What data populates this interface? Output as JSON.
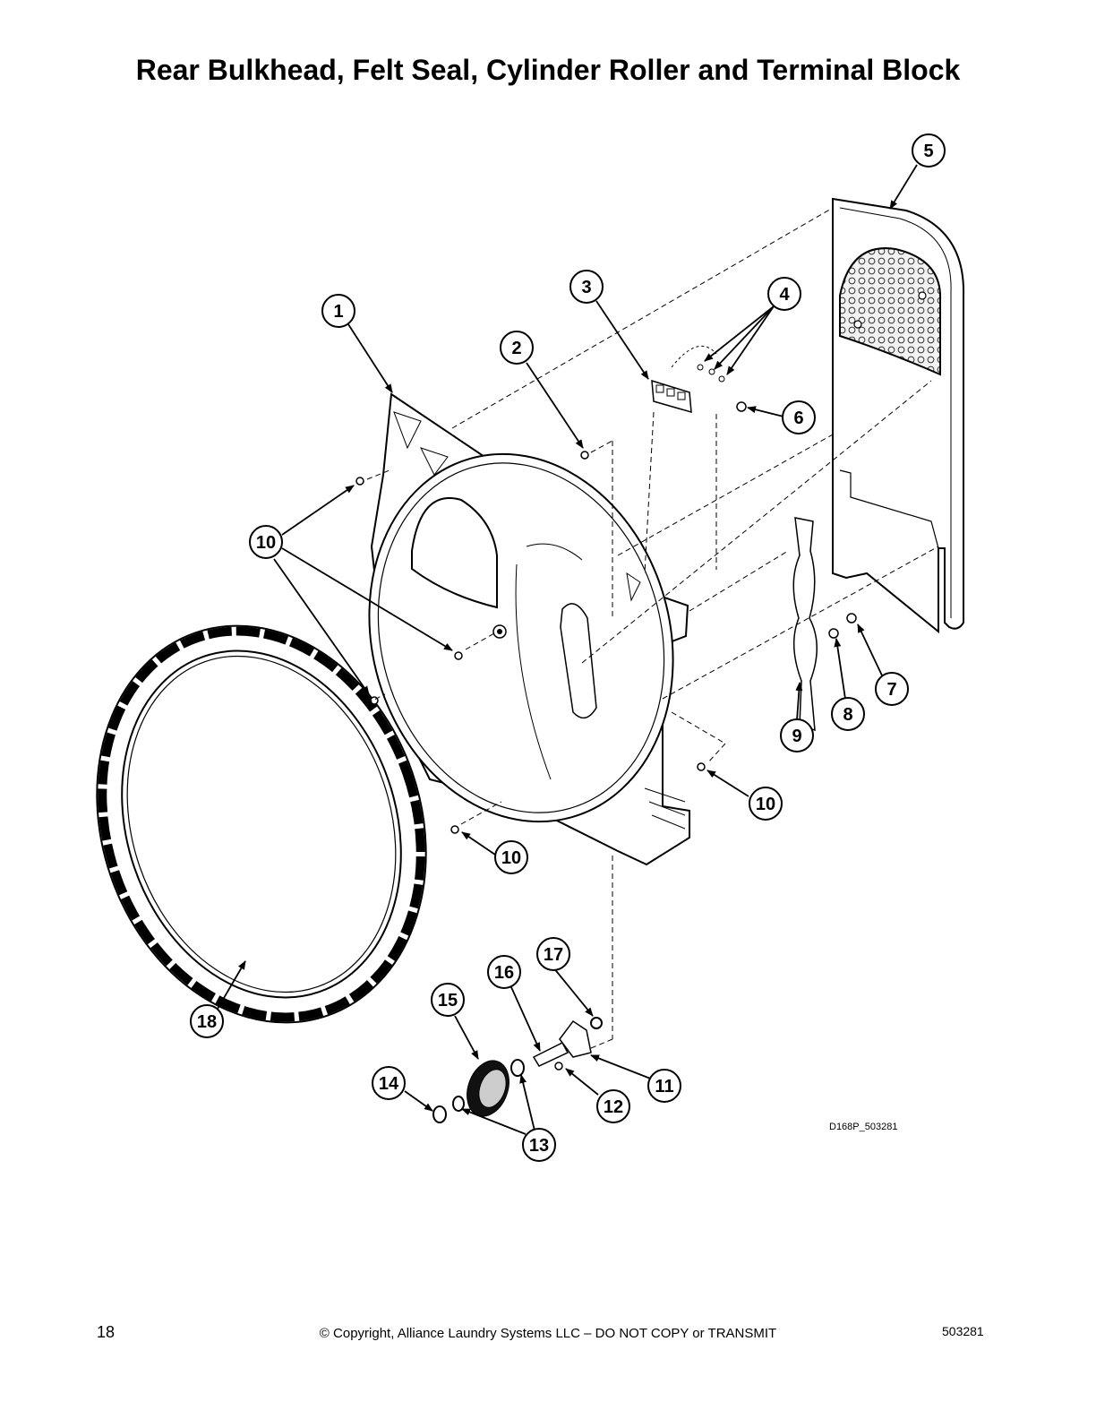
{
  "header": {
    "title": "Rear Bulkhead, Felt Seal, Cylinder Roller and Terminal Block"
  },
  "callouts": [
    {
      "id": "c1",
      "label": "1"
    },
    {
      "id": "c2",
      "label": "2"
    },
    {
      "id": "c3",
      "label": "3"
    },
    {
      "id": "c4",
      "label": "4"
    },
    {
      "id": "c5",
      "label": "5"
    },
    {
      "id": "c6",
      "label": "6"
    },
    {
      "id": "c7",
      "label": "7"
    },
    {
      "id": "c8",
      "label": "8"
    },
    {
      "id": "c9",
      "label": "9"
    },
    {
      "id": "c10a",
      "label": "10"
    },
    {
      "id": "c10b",
      "label": "10"
    },
    {
      "id": "c10c",
      "label": "10"
    },
    {
      "id": "c11",
      "label": "11"
    },
    {
      "id": "c12",
      "label": "12"
    },
    {
      "id": "c13",
      "label": "13"
    },
    {
      "id": "c14",
      "label": "14"
    },
    {
      "id": "c15",
      "label": "15"
    },
    {
      "id": "c16",
      "label": "16"
    },
    {
      "id": "c17",
      "label": "17"
    },
    {
      "id": "c18",
      "label": "18"
    }
  ],
  "drawing_code": "D168P_503281",
  "footer": {
    "page_number": "18",
    "copyright": "© Copyright, Alliance Laundry Systems LLC – DO NOT COPY or TRANSMIT",
    "doc_number": "503281"
  }
}
